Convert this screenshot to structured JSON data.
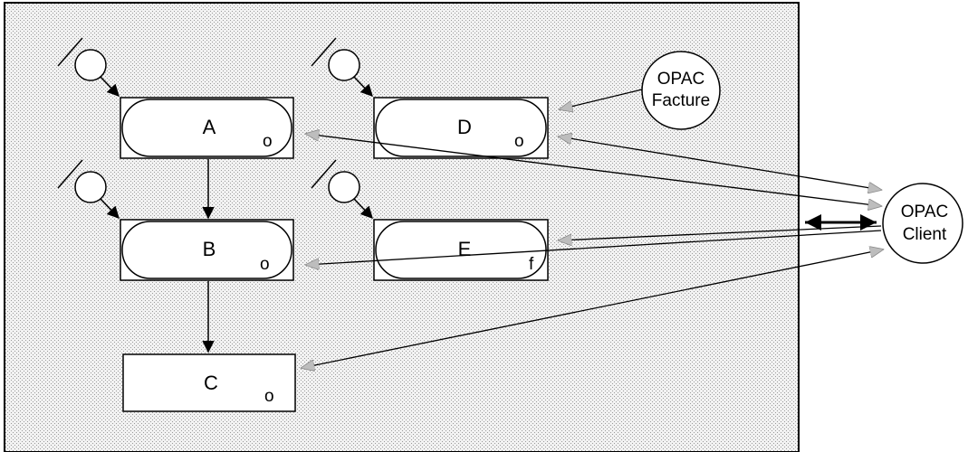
{
  "diagram": {
    "nodes": {
      "A": {
        "label": "A",
        "marker": "o"
      },
      "B": {
        "label": "B",
        "marker": "o"
      },
      "C": {
        "label": "C",
        "marker": "o"
      },
      "D": {
        "label": "D",
        "marker": "o"
      },
      "E": {
        "label": "E",
        "marker": "f"
      }
    },
    "external": {
      "facture_line1": "OPAC",
      "facture_line2": "Facture",
      "client_line1": "OPAC",
      "client_line2": "Client"
    }
  }
}
